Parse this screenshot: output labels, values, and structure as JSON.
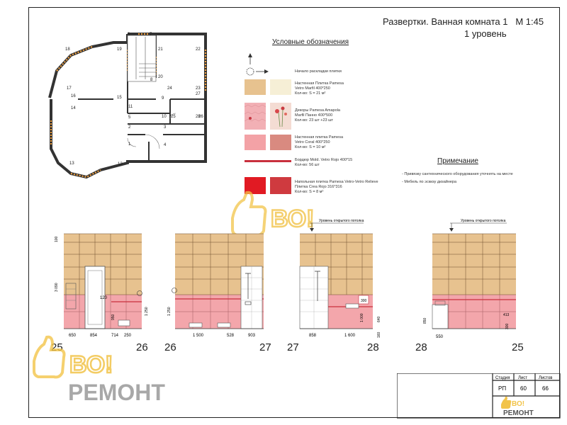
{
  "sheet": {
    "title": "Развертки. Ванная комната 1",
    "scale": "М 1:45",
    "level": "1 уровень"
  },
  "legend": {
    "title": "Условные обозначения",
    "items": [
      {
        "lines": [
          "Начало раскладки плитки"
        ]
      },
      {
        "lines": [
          "Настенная Плитка Pamesa",
          "Vetro Marfil 400*250",
          "Кол-во: S = 21 м²"
        ],
        "colors": [
          "#e7c28f",
          "#f6efd6"
        ]
      },
      {
        "lines": [
          "Декоры Pamesa Amapola",
          "Marfil Панно 400*500",
          "Кол-во: 23 шт +23 шт"
        ],
        "colors": [
          "#f2a3aa",
          "#f2c9c2"
        ]
      },
      {
        "lines": [
          "Настенная плитка Pamesa",
          "Vetro Coral 400*250",
          "Кол-во: S = 10 м²"
        ],
        "colors": [
          "#f3a2a6",
          "#d98a80"
        ]
      },
      {
        "lines": [
          "Бордюр Mold. Vetro Rojo 400*15",
          "Кол-во: 56 шт"
        ],
        "colors": [
          "#c9303d"
        ]
      },
      {
        "lines": [
          "Напольная плитка Pamesa Vetro-Vetro Relieve",
          "Плитка Crea Rojo 316*316",
          "Кол-во: S = 8 м²"
        ],
        "colors": [
          "#e11a23",
          "#cf3a3f"
        ]
      }
    ]
  },
  "notes": {
    "title": "Примечание",
    "items": [
      "- Привязку сантехнического оборудования уточнять на месте",
      "- Мебель по эскизу дизайнера"
    ]
  },
  "plan": {
    "room_numbers": [
      "1",
      "2",
      "3",
      "4",
      "5",
      "6",
      "7",
      "8",
      "9",
      "10",
      "11",
      "12",
      "13",
      "14",
      "15",
      "16",
      "17",
      "18",
      "19",
      "20",
      "21",
      "22",
      "23",
      "24",
      "25",
      "26",
      "27",
      "28"
    ]
  },
  "elevations": [
    {
      "corners": [
        "25",
        "26"
      ],
      "dims_bottom": [
        "650",
        "854",
        "714",
        "250"
      ],
      "dims_left": [
        "100",
        "3 090"
      ],
      "dims_right": [
        "1 250"
      ],
      "dims_inner": [
        "120",
        "950"
      ]
    },
    {
      "corners": [
        "26",
        "27"
      ],
      "dims_bottom": [
        "1 500",
        "528",
        "903"
      ],
      "dims_left": [
        "1 250"
      ]
    },
    {
      "corners": [
        "27",
        "28"
      ],
      "dims_bottom": [
        "858",
        "1 600"
      ],
      "dims_right": [
        "640",
        "160"
      ],
      "dims_inner": [
        "1 000",
        "300"
      ],
      "ceiling_label": "Уровень открытого потолка"
    },
    {
      "corners": [
        "28",
        "25"
      ],
      "dims_bottom": [
        "550"
      ],
      "dims_left": [
        "850"
      ],
      "dims_inner": [
        "413",
        "300"
      ],
      "ceiling_label": "Уровень открытого потолка"
    }
  ],
  "stamp": {
    "headers": [
      "Стадия",
      "Лист",
      "Листов"
    ],
    "values": [
      "РП",
      "60",
      "66"
    ]
  },
  "watermark": {
    "big": "ВО!",
    "brand": "РЕМОНТ"
  },
  "colors": {
    "beige": "#e7c28f",
    "pink": "#f3a6ab",
    "border_red": "#c9303d",
    "floor_red": "#e11a23",
    "wall_orange": "#f0a040",
    "watermark": "#f2c44a",
    "brand_gray": "#9a9a9a"
  }
}
